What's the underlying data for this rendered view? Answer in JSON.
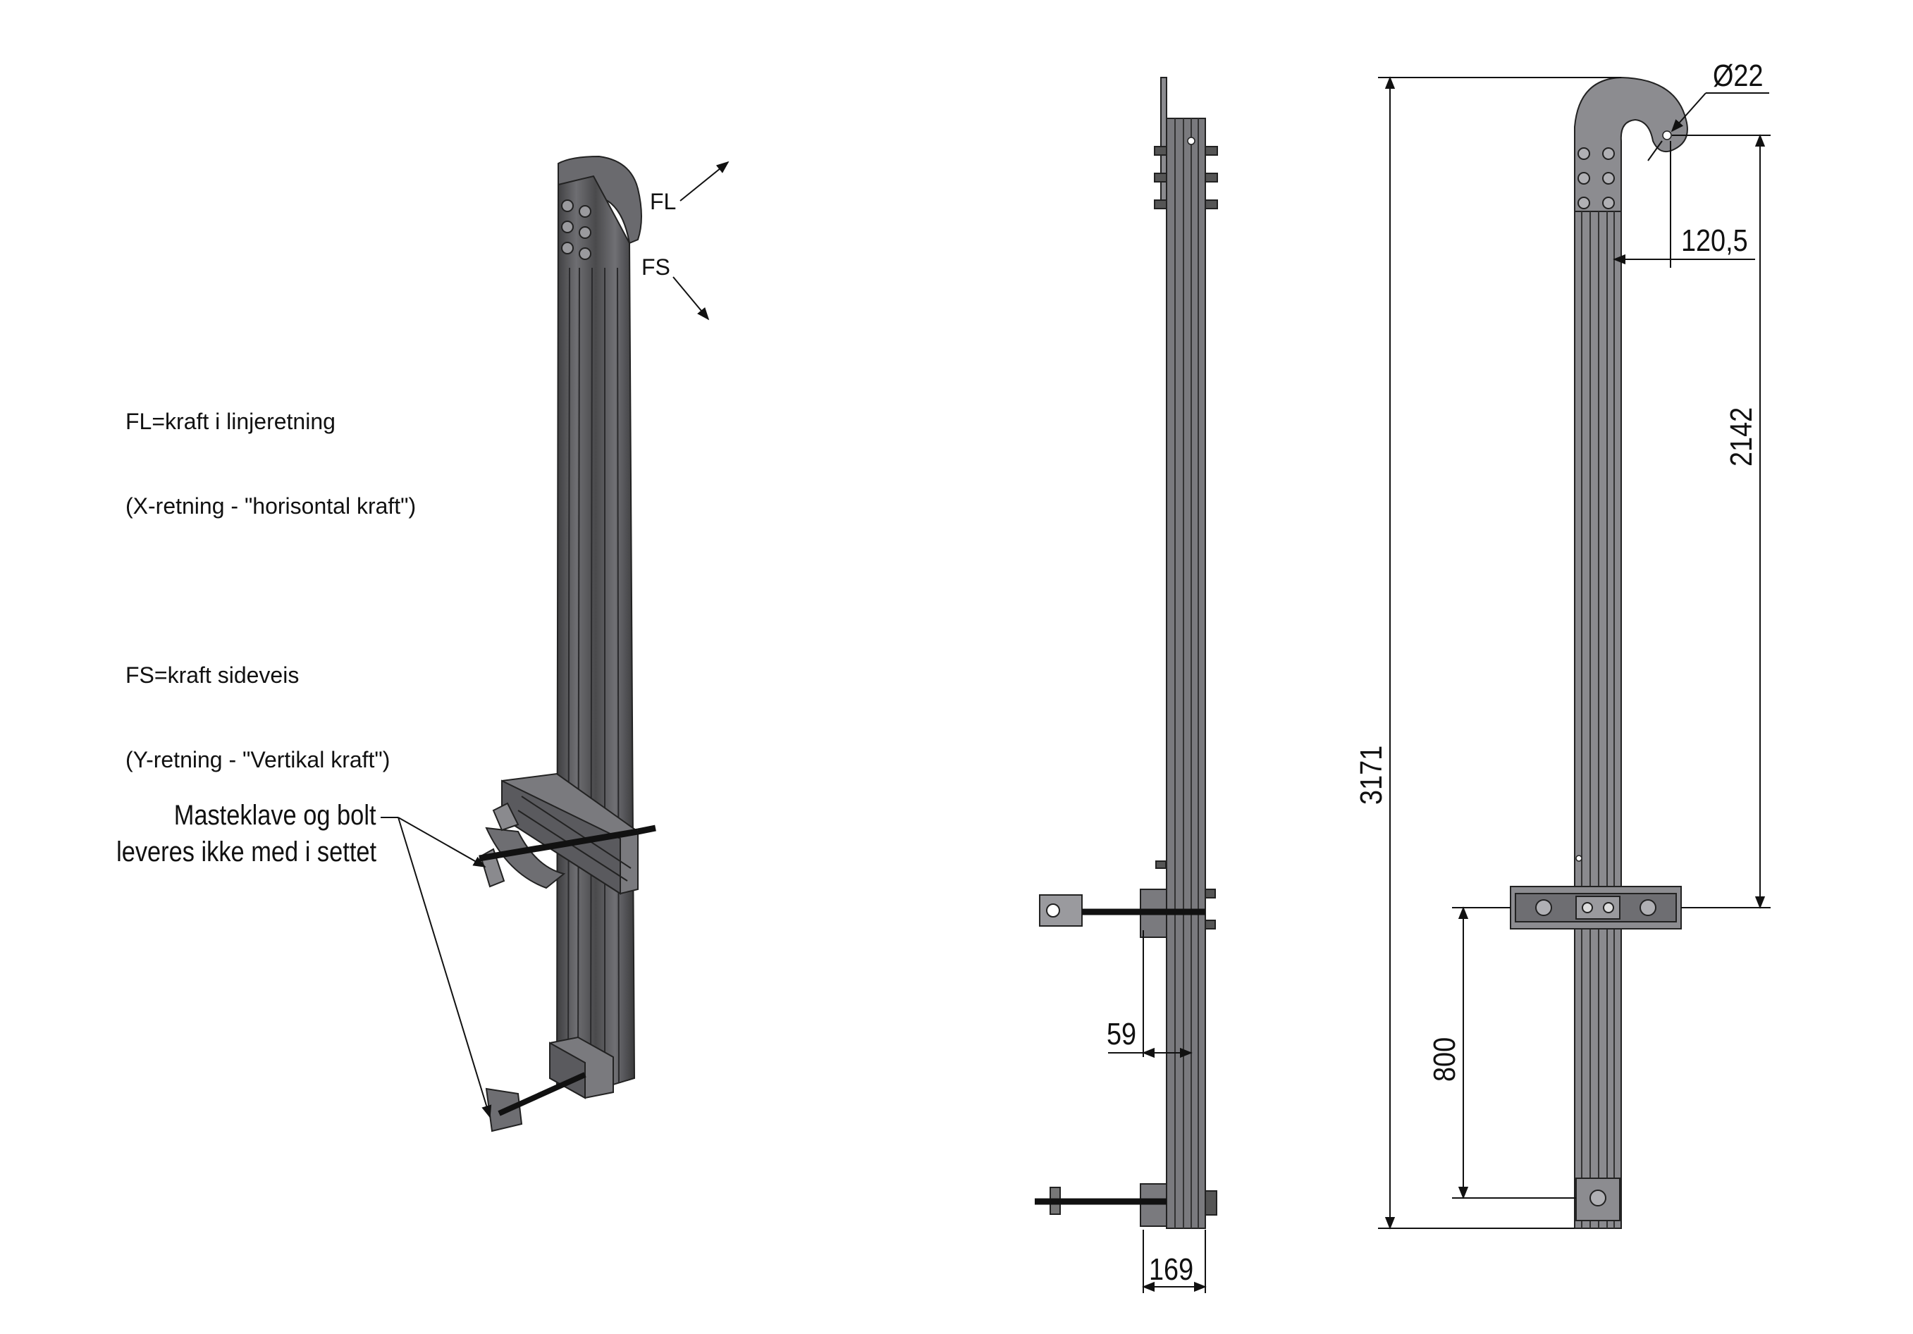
{
  "legend": {
    "fl_line1": "FL=kraft i linjeretning",
    "fl_line2": "(X-retning - \"horisontal kraft\")",
    "fs_line1": "FS=kraft sideveis",
    "fs_line2": "(Y-retning - \"Vertikal kraft\")"
  },
  "force_labels": {
    "fl": "FL",
    "fs": "FS"
  },
  "note": {
    "line1": "Masteklave og bolt",
    "line2": "leveres ikke med i settet"
  },
  "dimensions": {
    "diameter": "Ø22",
    "offset": "120,5",
    "height_upper": "2142",
    "total_height": "3171",
    "lower_spacing": "800",
    "depth": "59",
    "width": "169"
  },
  "colors": {
    "metal_dark": "#4a4a4c",
    "metal_mid": "#6b6b6e",
    "metal_light": "#8c8c90",
    "line": "#111111"
  }
}
